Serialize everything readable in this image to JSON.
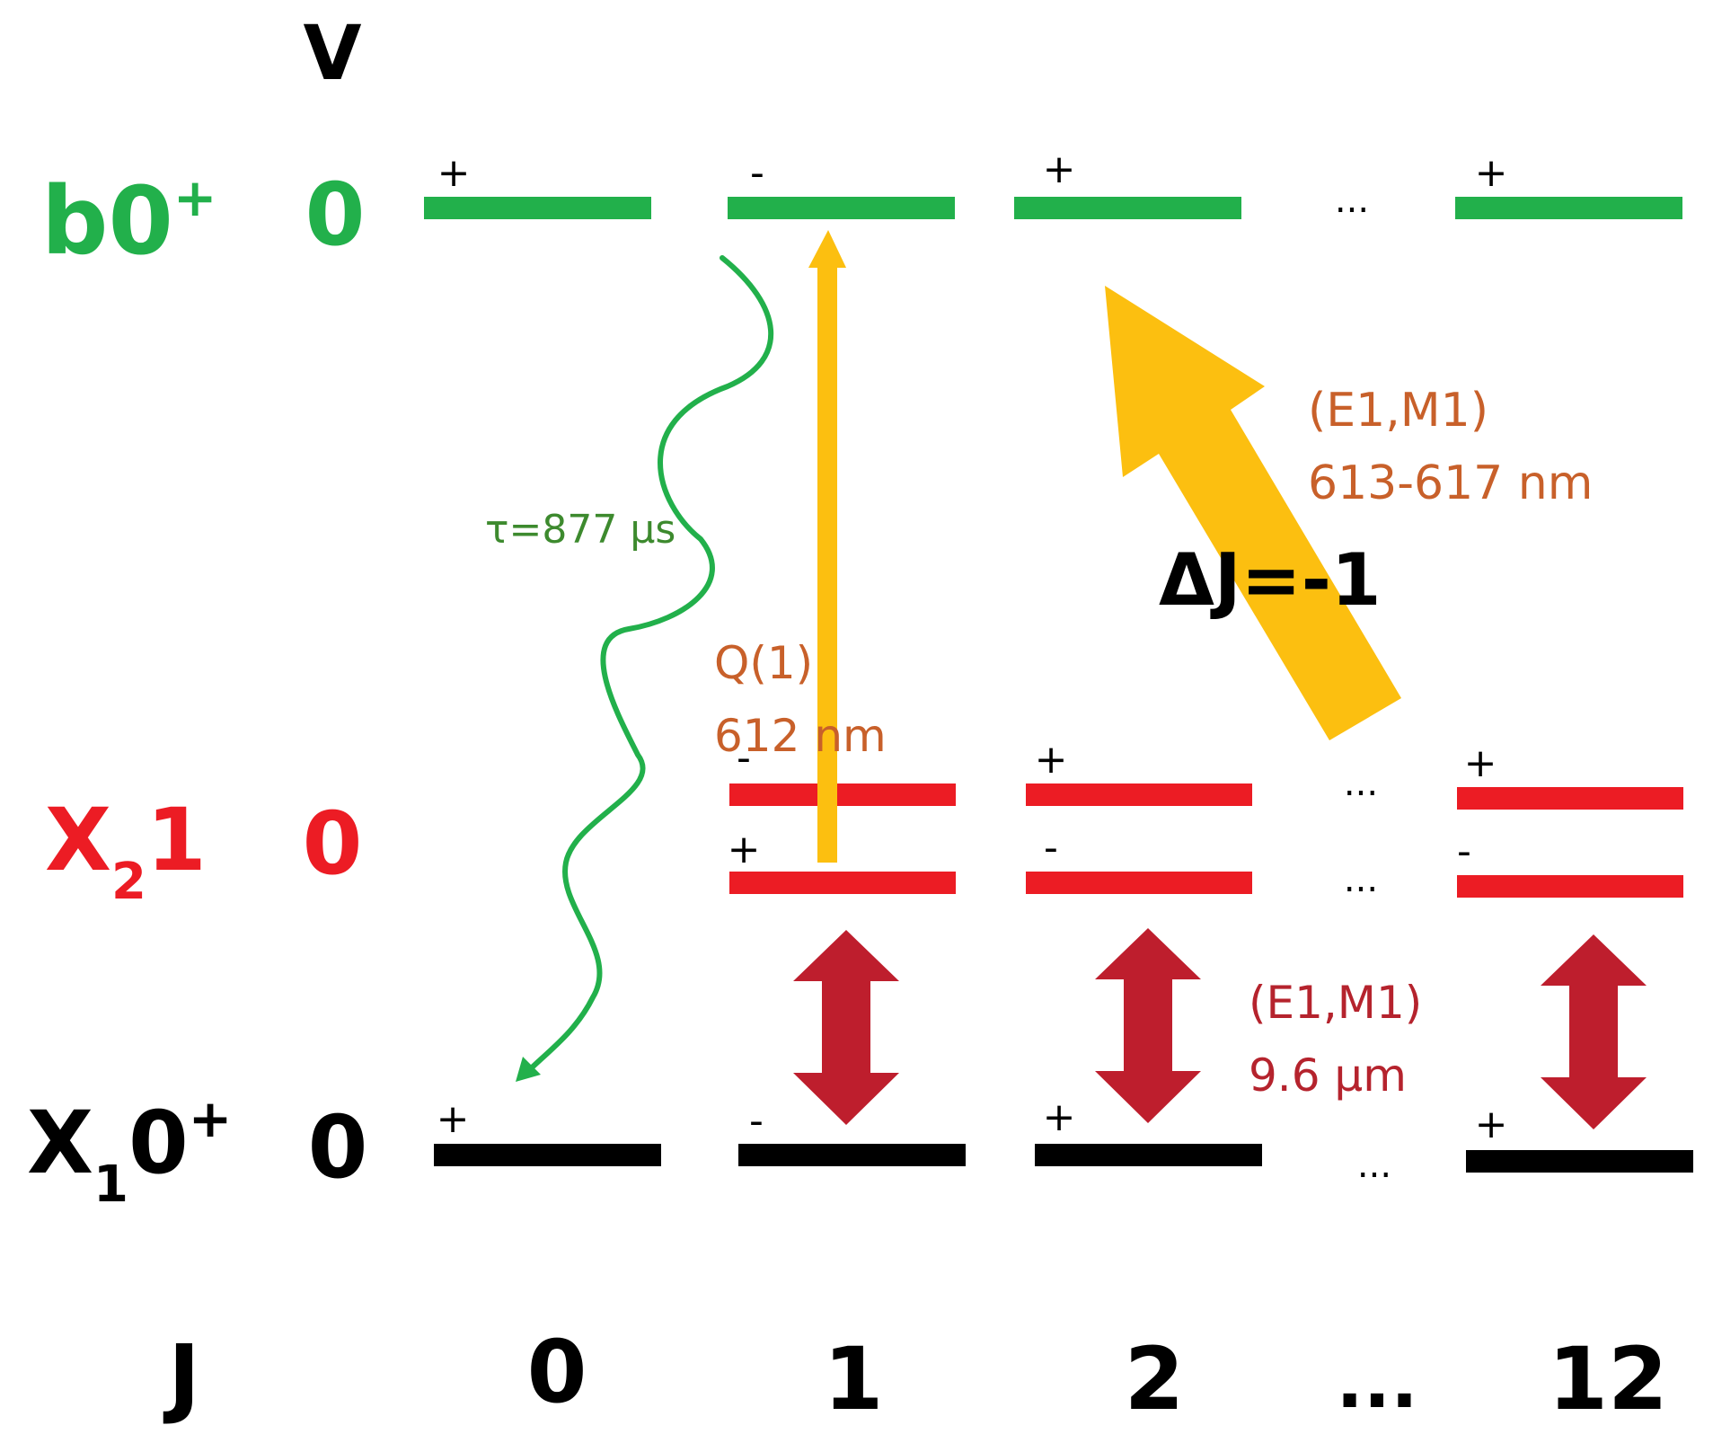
{
  "colors": {
    "green": "#22b04b",
    "green_text": "#3d8a2e",
    "red": "#ec1c24",
    "dark_red": "#be1e2d",
    "black": "#000000",
    "orange_arrow": "#fcbf10",
    "label_orange": "#c8602a",
    "label_red": "#b5232d"
  },
  "axis": {
    "v_label": "V",
    "j_label": "J",
    "j_values": [
      "0",
      "1",
      "2",
      "...",
      "12"
    ]
  },
  "states": {
    "b": {
      "name": "b0",
      "sup": "+",
      "v": "0",
      "parities": [
        "+",
        "-",
        "+",
        "+"
      ],
      "ellipsis": "..."
    },
    "x2": {
      "name_pre": "X",
      "sub": "2",
      "name_post": "1",
      "v": "0",
      "upper_parities": [
        "-",
        "+",
        "+"
      ],
      "lower_parities": [
        "+",
        "-",
        "-"
      ],
      "ellipsis": "..."
    },
    "x1": {
      "name_pre": "X",
      "sub": "1",
      "name_post": "0",
      "sup": "+",
      "v": "0",
      "parities": [
        "+",
        "-",
        "+",
        "+"
      ],
      "ellipsis": "..."
    }
  },
  "labels": {
    "lifetime": "τ=877 μs",
    "q1_line1": "Q(1)",
    "q1_line2": "612 nm",
    "vis_line1": "(E1,M1)",
    "vis_line2": "613-617 nm",
    "delta_j": "ΔJ=-1",
    "ir_line1": "(E1,M1)",
    "ir_line2": "9.6 μm"
  }
}
